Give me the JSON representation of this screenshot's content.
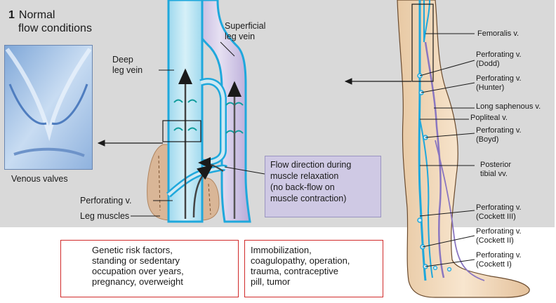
{
  "heading": {
    "number": "1",
    "line1": "Normal",
    "line2": "flow conditions"
  },
  "photo_caption": "Venous valves",
  "labels": {
    "deep_line1": "Deep",
    "deep_line2": "leg vein",
    "superficial_line1": "Superficial",
    "superficial_line2": "leg vein",
    "perforating": "Perforating v.",
    "leg_muscles": "Leg muscles"
  },
  "flow_box": {
    "lines": [
      "Flow direction during",
      "muscle relaxation",
      "(no back-flow on",
      "muscle contraction)"
    ]
  },
  "risk_boxes": [
    {
      "lines": [
        "Genetic risk factors,",
        "standing or sedentary",
        "occupation over years,",
        "pregnancy, overweight"
      ]
    },
    {
      "lines": [
        "Immobilization,",
        "coagulopathy, operation,",
        "trauma, contraceptive",
        "pill, tumor"
      ]
    }
  ],
  "leg_labels": [
    {
      "lines": [
        "Femoralis v."
      ]
    },
    {
      "lines": [
        "Perforating v.",
        "(Dodd)"
      ]
    },
    {
      "lines": [
        "Perforating v.",
        "(Hunter)"
      ]
    },
    {
      "lines": [
        "Long saphenous v."
      ]
    },
    {
      "lines": [
        "Popliteal v."
      ]
    },
    {
      "lines": [
        "Perforating v.",
        "(Boyd)"
      ]
    },
    {
      "lines": [
        "Posterior",
        "tibial vv."
      ]
    },
    {
      "lines": [
        "Perforating v.",
        "(Cockett III)"
      ]
    },
    {
      "lines": [
        "Perforating v.",
        "(Cockett II)"
      ]
    },
    {
      "lines": [
        "Perforating v.",
        "(Cockett I)"
      ]
    }
  ],
  "colors": {
    "panel": "#d9d9d9",
    "deep_vein": "#bfe6f2",
    "vein_wall": "#1fa8dc",
    "superficial_vein": "#c9bfe0",
    "muscle": "#d9b697",
    "flow_box": "#cfc9e4",
    "risk_border": "#d12a2a"
  }
}
